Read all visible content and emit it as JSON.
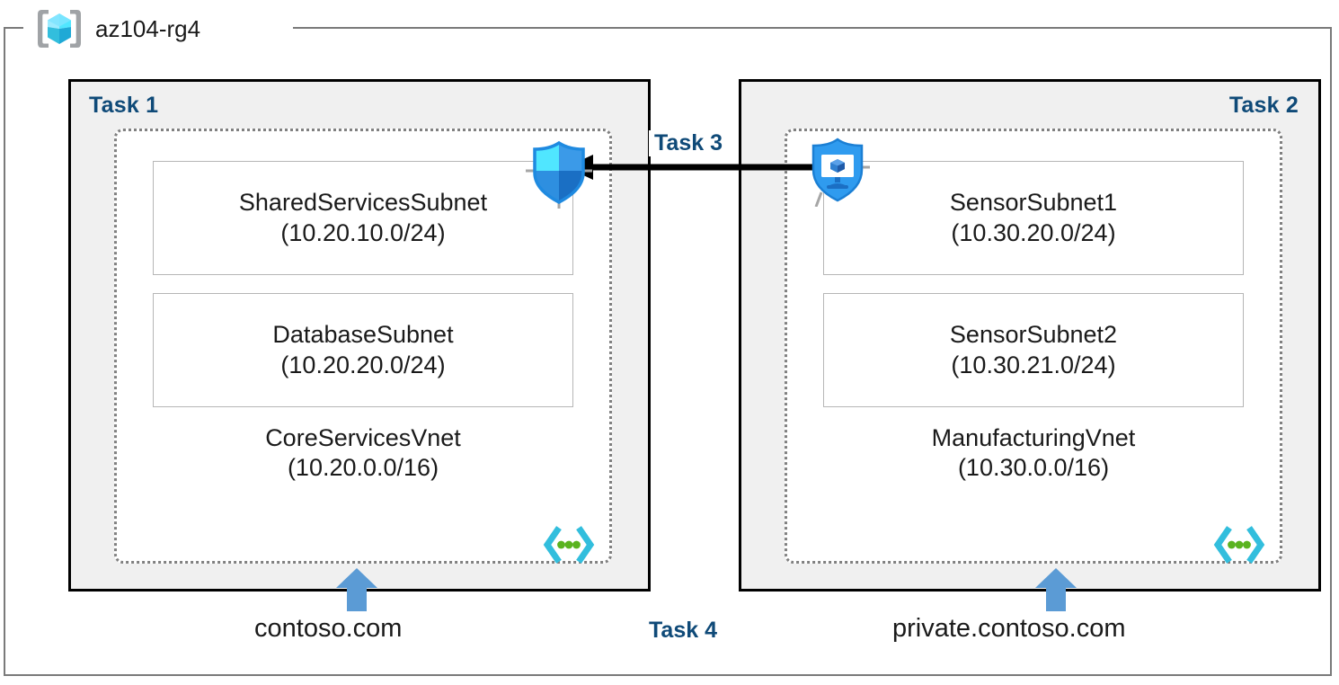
{
  "resource_group": {
    "name": "az104-rg4",
    "icon": "azure-resource-group-cube-icon"
  },
  "panels": [
    {
      "task_label": "Task 1",
      "label_align": "left",
      "vnet": {
        "name": "CoreServicesVnet",
        "cidr": "(10.20.0.0/16)",
        "badge_icon": "vnet-angle-brackets-icon"
      },
      "subnets": [
        {
          "name": "SharedServicesSubnet",
          "cidr": "(10.20.10.0/24)"
        },
        {
          "name": "DatabaseSubnet",
          "cidr": "(10.20.20.0/24)"
        }
      ],
      "dns": {
        "label": "contoso.com",
        "arrow_icon": "up-arrow-icon"
      }
    },
    {
      "task_label": "Task 2",
      "label_align": "right",
      "vnet": {
        "name": "ManufacturingVnet",
        "cidr": "(10.30.0.0/16)",
        "badge_icon": "vnet-angle-brackets-icon"
      },
      "subnets": [
        {
          "name": "SensorSubnet1",
          "cidr": "(10.30.20.0/24)"
        },
        {
          "name": "SensorSubnet2",
          "cidr": "(10.30.21.0/24)"
        }
      ],
      "dns": {
        "label": "private.contoso.com",
        "arrow_icon": "up-arrow-icon"
      }
    }
  ],
  "annotations": {
    "task3": "Task 3",
    "task4": "Task 4",
    "peering_arrow_icon": "left-arrow-icon",
    "firewall_icon": "azure-firewall-shield-icon",
    "defender_icon": "azure-defender-shield-vm-icon"
  },
  "colors": {
    "task_label": "#0f4a78",
    "panel_fill": "#f0f0f0",
    "panel_border": "#000000",
    "vnet_border": "#808080",
    "dns_arrow": "#5b9bd5",
    "cube_icon": "#50e6ff",
    "frame": "#7a7a7a"
  }
}
